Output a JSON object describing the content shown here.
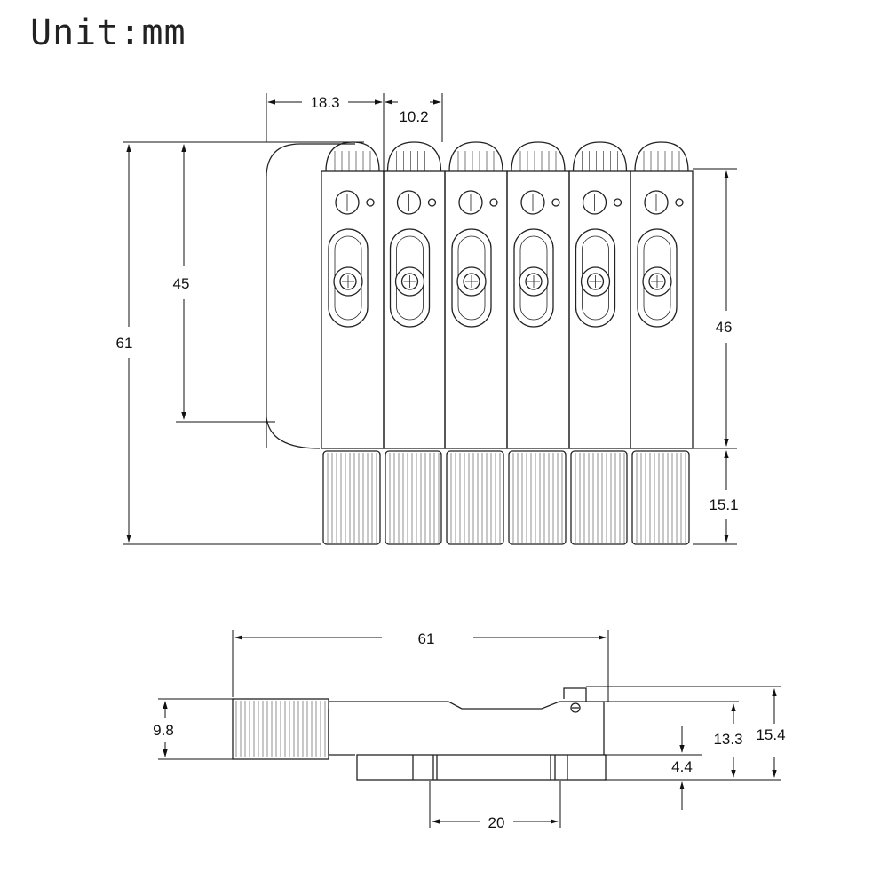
{
  "title": "Unit:mm",
  "top_view": {
    "dims": {
      "d18_3": "18.3",
      "d10_2": "10.2",
      "d45": "45",
      "d61": "61",
      "d46": "46",
      "d15_1": "15.1"
    }
  },
  "side_view": {
    "dims": {
      "d61": "61",
      "d9_8": "9.8",
      "d13_3": "13.3",
      "d15_4": "15.4",
      "d4_4": "4.4",
      "d20": "20"
    }
  }
}
